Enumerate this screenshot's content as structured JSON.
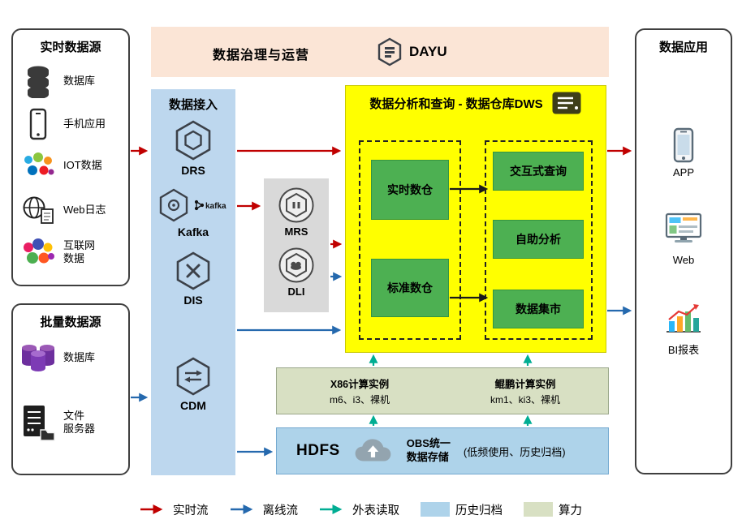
{
  "banner": {
    "title": "数据治理与运营",
    "logo": "DAYU"
  },
  "realtime_sources": {
    "title": "实时数据源",
    "items": [
      {
        "label": "数据库",
        "icon": "database-icon"
      },
      {
        "label": "手机应用",
        "icon": "mobile-phone-icon"
      },
      {
        "label": "IOT数据",
        "icon": "iot-icon"
      },
      {
        "label": "Web日志",
        "icon": "web-log-icon"
      },
      {
        "label": "互联网\n数据",
        "icon": "internet-data-icon"
      }
    ]
  },
  "batch_sources": {
    "title": "批量数据源",
    "items": [
      {
        "label": "数据库",
        "icon": "purple-database-icon"
      },
      {
        "label": "文件\n服务器",
        "icon": "file-server-icon"
      }
    ]
  },
  "data_access": {
    "title": "数据接入",
    "services": [
      {
        "label": "DRS"
      },
      {
        "label": "Kafka",
        "logo_text": "kafka"
      },
      {
        "label": "DIS"
      },
      {
        "label": "CDM"
      }
    ]
  },
  "middleware": {
    "services": [
      {
        "label": "MRS"
      },
      {
        "label": "DLI"
      }
    ]
  },
  "dws": {
    "title": "数据分析和查询 - 数据仓库DWS",
    "left_modules": [
      {
        "label": "实时数仓"
      },
      {
        "label": "标准数仓"
      }
    ],
    "right_modules": [
      {
        "label": "交互式查询"
      },
      {
        "label": "自助分析"
      },
      {
        "label": "数据集市"
      }
    ]
  },
  "compute": {
    "x86": {
      "title": "X86计算实例",
      "subtitle": "m6、i3、裸机"
    },
    "kunpeng": {
      "title": "鲲鹏计算实例",
      "subtitle": "km1、ki3、裸机"
    }
  },
  "storage": {
    "hdfs": "HDFS",
    "obs_title": "OBS统一\n数据存储",
    "obs_note": "(低频使用、历史归档)"
  },
  "applications": {
    "title": "数据应用",
    "items": [
      {
        "label": "APP",
        "icon": "app-icon"
      },
      {
        "label": "Web",
        "icon": "web-icon"
      },
      {
        "label": "BI报表",
        "icon": "bi-report-icon"
      }
    ]
  },
  "legend": {
    "items": [
      {
        "label": "实时流",
        "type": "arrow",
        "color": "#c00000"
      },
      {
        "label": "离线流",
        "type": "arrow",
        "color": "#2569ae"
      },
      {
        "label": "外表读取",
        "type": "arrow",
        "color": "#00ad93"
      },
      {
        "label": "历史归档",
        "type": "swatch",
        "color": "#aed3ea"
      },
      {
        "label": "算力",
        "type": "swatch",
        "color": "#d8e0c3"
      }
    ]
  },
  "colors": {
    "realtime_flow": "#c00000",
    "offline_flow": "#2569ae",
    "external_read": "#00ad93",
    "archive_fill": "#aed3ea",
    "compute_fill": "#d8e0c3",
    "dws_fill": "#ffff00",
    "module_fill": "#4db052",
    "access_fill": "#bdd7ee",
    "banner_fill": "#fbe5d6",
    "middleware_fill": "#d9d9d9"
  }
}
